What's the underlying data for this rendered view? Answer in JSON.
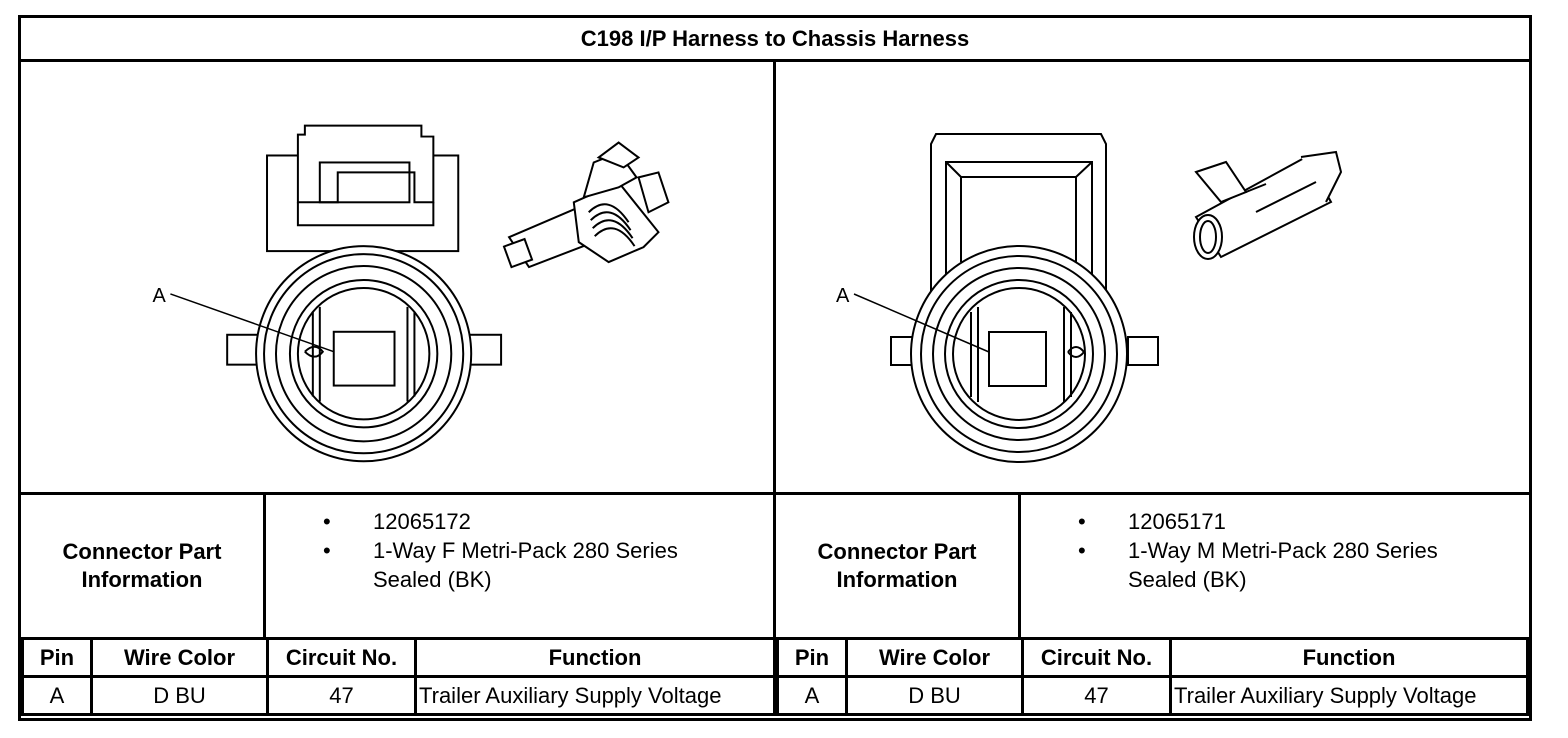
{
  "title": "C198 I/P Harness to Chassis Harness",
  "callout_label": "A",
  "connectors": [
    {
      "side": "left",
      "info_header_line1": "Connector Part",
      "info_header_line2": "Information",
      "items": [
        {
          "bullet": "•",
          "line1": "12065172",
          "line2": ""
        },
        {
          "bullet": "•",
          "line1": "1-Way F Metri-Pack 280 Series",
          "line2": "Sealed (BK)"
        }
      ],
      "columns": [
        "Pin",
        "Wire Color",
        "Circuit No.",
        "Function"
      ],
      "rows": [
        {
          "pin": "A",
          "wire_color": "D BU",
          "circuit": "47",
          "function": "Trailer Auxiliary Supply Voltage"
        }
      ]
    },
    {
      "side": "right",
      "info_header_line1": "Connector Part",
      "info_header_line2": "Information",
      "items": [
        {
          "bullet": "•",
          "line1": "12065171",
          "line2": ""
        },
        {
          "bullet": "•",
          "line1": "1-Way M Metri-Pack 280 Series",
          "line2": "Sealed (BK)"
        }
      ],
      "columns": [
        "Pin",
        "Wire Color",
        "Circuit No.",
        "Function"
      ],
      "rows": [
        {
          "pin": "A",
          "wire_color": "D BU",
          "circuit": "47",
          "function": "Trailer Auxiliary Supply Voltage"
        }
      ]
    }
  ]
}
